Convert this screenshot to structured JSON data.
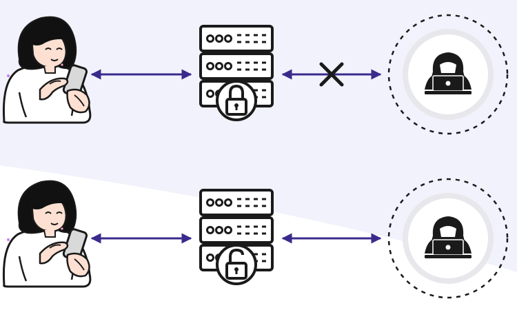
{
  "colors": {
    "background": "#ffffff",
    "background_band": "#f1f2fb",
    "line": "#1a1a1a",
    "arrow": "#3b2a8c",
    "hair": "#111111",
    "skin": "#fde0d2",
    "phone": "#d9d9d9",
    "hacker_bg": "#ffffff"
  },
  "rows": [
    {
      "user": {
        "icon": "woman-with-phone-icon"
      },
      "left_arrow": {
        "icon": "bidirectional-arrow"
      },
      "server": {
        "icon": "server-rack-icon",
        "lock_icon": "lock-closed-icon"
      },
      "right_arrow": {
        "icon": "bidirectional-arrow",
        "blocked": true,
        "block_icon": "cross-icon"
      },
      "attacker": {
        "icon": "hacker-laptop-icon"
      }
    },
    {
      "user": {
        "icon": "woman-with-phone-icon"
      },
      "left_arrow": {
        "icon": "bidirectional-arrow"
      },
      "server": {
        "icon": "server-rack-icon",
        "lock_icon": "lock-open-icon"
      },
      "right_arrow": {
        "icon": "bidirectional-arrow",
        "blocked": false
      },
      "attacker": {
        "icon": "hacker-laptop-icon"
      }
    }
  ]
}
